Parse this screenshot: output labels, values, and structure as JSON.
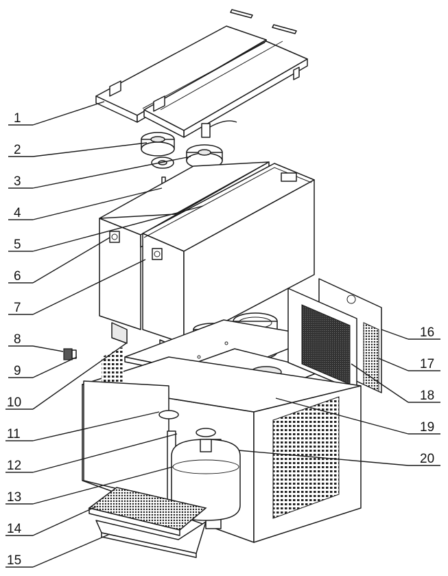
{
  "diagram": {
    "type": "exploded-assembly",
    "callouts_left": [
      "1",
      "2",
      "3",
      "4",
      "5",
      "6",
      "7",
      "8",
      "9",
      "10",
      "11",
      "12",
      "13",
      "14",
      "15"
    ],
    "callouts_right": [
      "16",
      "17",
      "18",
      "19",
      "20"
    ]
  }
}
